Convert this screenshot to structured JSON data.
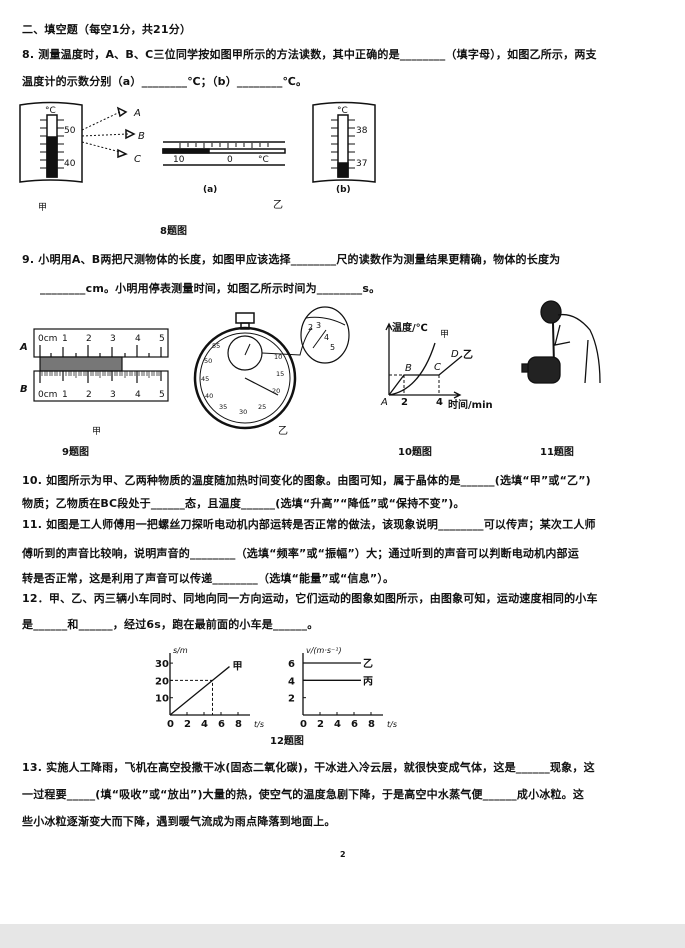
{
  "section_title": "二、填空题（每空1分，共21分）",
  "q8": {
    "line1": "8. 测量温度时，A、B、C三位同学按如图甲所示的方法读数，其中正确的是________（填字母），如图乙所示，两支",
    "line2": "温度计的示数分别（a）________℃；（b）________℃。",
    "fig": {
      "unit": "°C",
      "t50": "50",
      "t40": "40",
      "eyeA": "A",
      "eyeB": "B",
      "eyeC": "C",
      "a10": "10",
      "a0": "0",
      "aunit": "°C",
      "la": "(a)",
      "t38": "38",
      "t37": "37",
      "lb": "(b)",
      "jia": "甲",
      "yi": "乙",
      "caption": "8题图"
    }
  },
  "q9": {
    "line1": "9. 小明用A、B两把尺测物体的长度，如图甲应该选择________尺的读数作为测量结果更精确，物体的长度为",
    "line2": "________cm。小明用停表测量时间，如图乙所示时间为________s。",
    "fig": {
      "ra": "A",
      "rb": "B",
      "r0": "0cm",
      "r1": "1",
      "r2": "2",
      "r3": "3",
      "r4": "4",
      "r5": "5",
      "jia": "甲",
      "yi": "乙",
      "caption": "9题图",
      "dial": [
        "55",
        "50",
        "45",
        "40",
        "35",
        "30",
        "25",
        "20",
        "15",
        "10"
      ],
      "mag": [
        "2",
        "3",
        "4",
        "5"
      ]
    }
  },
  "q10": {
    "line1": "10. 如图所示为甲、乙两种物质的温度随加热时间变化的图象。由图可知，属于晶体的是______(选填“甲”或“乙”)",
    "line2": "物质；乙物质在BC段处于______态，且温度______(选填“升高”“降低”或“保持不变”)。",
    "fig": {
      "ylabel": "温度/℃",
      "xlabel": "时间/min",
      "jia": "甲",
      "yi": "乙",
      "A": "A",
      "B": "B",
      "C": "C",
      "D": "D",
      "x2": "2",
      "x4": "4",
      "caption": "10题图"
    }
  },
  "q11": {
    "line1": "11. 如图是工人师傅用一把螺丝刀探听电动机内部运转是否正常的做法，该现象说明________可以传声；某次工人师",
    "line2": "傅听到的声音比较响，说明声音的________（选填“频率”或“振幅”）大；通过听到的声音可以判断电动机内部运",
    "line3": "转是否正常，这是利用了声音可以传递________（选填“能量”或“信息”）。",
    "fig": {
      "caption": "11题图"
    }
  },
  "q12": {
    "line1": "12．甲、乙、丙三辆小车同时、同地向同一方向运动，它们运动的图象如图所示，由图象可知，运动速度相同的小车",
    "line2": "是______和______，经过6s，跑在最前面的小车是______。",
    "fig": {
      "left": {
        "ylabel": "s/m",
        "xlabel": "t/s",
        "yticks": [
          "10",
          "20",
          "30"
        ],
        "xticks": [
          "0",
          "2",
          "4",
          "6",
          "8"
        ],
        "series": "甲",
        "points": [
          [
            0,
            0
          ],
          [
            5,
            20
          ],
          [
            7,
            28
          ]
        ]
      },
      "right": {
        "ylabel": "v/(m·s⁻¹)",
        "xlabel": "t/s",
        "yticks": [
          "2",
          "4",
          "6"
        ],
        "xticks": [
          "0",
          "2",
          "4",
          "6",
          "8"
        ],
        "series": [
          {
            "name": "乙",
            "v": 6
          },
          {
            "name": "丙",
            "v": 4
          }
        ]
      },
      "caption": "12题图"
    }
  },
  "q13": {
    "line1": "13. 实施人工降雨，飞机在高空投撒干冰(固态二氧化碳)，干冰进入冷云层，就很快变成气体，这是______现象，这",
    "line2": "一过程要_____(填“吸收”或“放出”)大量的热，使空气的温度急剧下降，于是高空中水蒸气便______成小冰粒。这",
    "line3": "些小冰粒逐渐变大而下降，遇到暖气流成为雨点降落到地面上。"
  },
  "page_number": "2"
}
